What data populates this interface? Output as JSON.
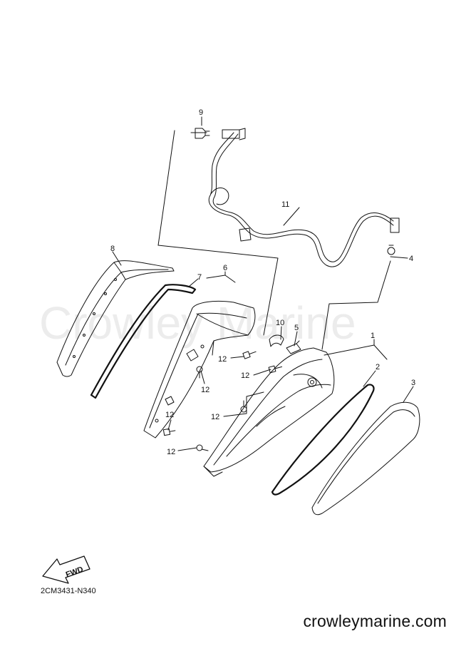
{
  "watermark": "Crowley Marine",
  "diagram_code": "2CM3431-N340",
  "website": "crowleymarine.com",
  "fwd_label": "FWD",
  "callouts": {
    "c1": "1",
    "c2": "2",
    "c3": "3",
    "c4": "4",
    "c5": "5",
    "c6": "6",
    "c7": "7",
    "c8": "8",
    "c9": "9",
    "c10": "10",
    "c11": "11",
    "c12a": "12",
    "c12b": "12",
    "c12c": "12",
    "c12d": "12",
    "c12e": "12",
    "c12f": "12"
  }
}
